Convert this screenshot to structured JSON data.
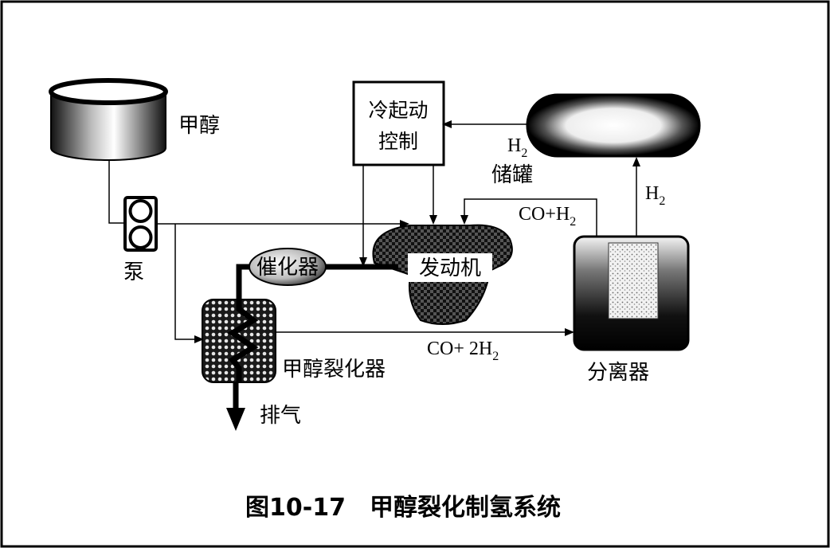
{
  "diagram": {
    "caption": {
      "number": "图10-17",
      "title": "甲醇裂化制氢系统"
    },
    "nodes": {
      "methanol_tank": "甲醇",
      "pump": "泵",
      "cold_start_control_line1": "冷起动",
      "cold_start_control_line2": "控制",
      "h2_storage_gas": "H",
      "h2_storage_gas_sub": "2",
      "h2_storage_label": "储罐",
      "catalytic_converter": "催化器",
      "engine": "发动机",
      "methanol_cracker": "甲醇裂化器",
      "exhaust": "排气",
      "separator": "分离器"
    },
    "flows": {
      "separator_to_storage": "H",
      "separator_to_storage_sub": "2",
      "separator_to_engine": "CO+H",
      "separator_to_engine_sub": "2",
      "cracker_to_separator": "CO+ 2H",
      "cracker_to_separator_sub": "2"
    }
  }
}
